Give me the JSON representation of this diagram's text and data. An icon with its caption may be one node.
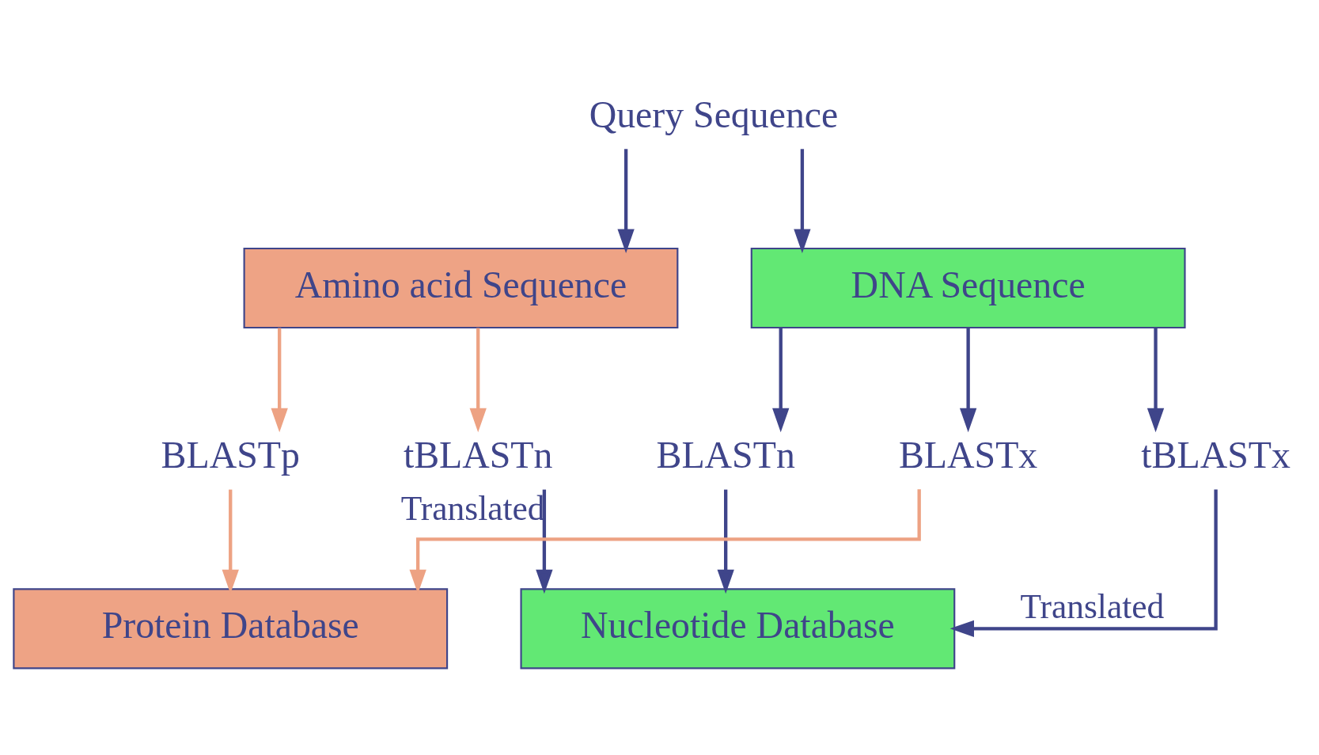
{
  "diagram": {
    "nodes": [
      {
        "text": [
          "Query Sequence"
        ]
      },
      {
        "text": [
          "Amino acid Sequence"
        ]
      },
      {
        "text": [
          "DNA Sequence"
        ]
      },
      {
        "text": [
          "BLASTp"
        ]
      },
      {
        "text": [
          "tBLASTn"
        ]
      },
      {
        "text": [
          "BLASTn"
        ]
      },
      {
        "text": [
          "BLASTx"
        ]
      },
      {
        "text": [
          "tBLASTx"
        ]
      },
      {
        "text": [
          "Protein Database"
        ]
      },
      {
        "text": [
          "Nucleotide Database"
        ]
      }
    ],
    "edges": [
      {
        "from": 0,
        "to": 1,
        "arrow": "to"
      },
      {
        "from": 0,
        "to": 2,
        "arrow": "to"
      },
      {
        "from": 1,
        "to": 3,
        "arrow": "to",
        "color": "#eda283"
      },
      {
        "from": 1,
        "to": 4,
        "arrow": "to",
        "color": "#eda283"
      },
      {
        "from": 2,
        "to": 5,
        "arrow": "to"
      },
      {
        "from": 2,
        "to": 6,
        "arrow": "to"
      },
      {
        "from": 2,
        "to": 7,
        "arrow": "to"
      },
      {
        "from": 3,
        "to": 8,
        "arrow": "to",
        "color": "#eda283"
      },
      {
        "from": 4,
        "to": 9,
        "arrow": "to",
        "label": "Translated"
      },
      {
        "from": 5,
        "to": 9,
        "arrow": "to"
      },
      {
        "from": 6,
        "to": 8,
        "arrow": "to",
        "color": "#eda283"
      },
      {
        "from": 7,
        "to": 9,
        "arrow": "to",
        "label": "Translated"
      }
    ]
  }
}
